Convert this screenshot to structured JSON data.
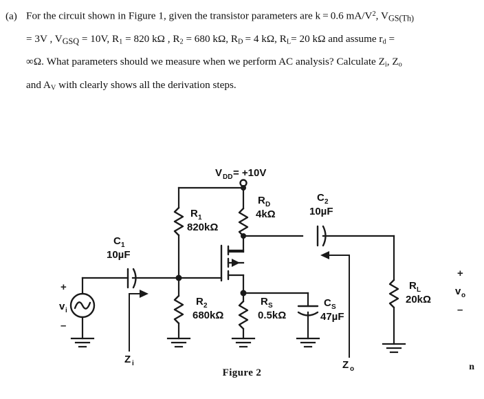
{
  "question": {
    "marker": "(a)",
    "lines": [
      "For the circuit shown in Figure 1, given the transistor parameters are k = 0.6 mA/V², VGS(Th)",
      "= 3V , VGSQ = 10V, R₁ = 820 kΩ , R₂ = 680 kΩ, RD = 4 kΩ, RL= 20 kΩ and assume rd =",
      "∞Ω. What parameters should we measure when we perform AC analysis? Calculate Zi, Zo",
      "and AV with clearly shows all the derivation steps."
    ],
    "parameters": {
      "k": "0.6 mA/V²",
      "VGS_th": "3V",
      "VGSQ": "10V",
      "R1": "820 kΩ",
      "R2": "680 kΩ",
      "RD": "4 kΩ",
      "RL": "20 kΩ",
      "rd": "∞Ω"
    },
    "figure_reference": "Figure 1",
    "quantities_to_calculate": [
      "Zi",
      "Zo",
      "AV"
    ]
  },
  "figure": {
    "caption": "Figure 2",
    "page_mark": "n",
    "supply": {
      "name": "VDD",
      "value": "= +10V",
      "full": "VDD = +10V"
    },
    "components": [
      {
        "id": "R1",
        "name": "R₁",
        "value": "820kΩ",
        "type": "resistor"
      },
      {
        "id": "R2",
        "name": "R₂",
        "value": "680kΩ",
        "type": "resistor"
      },
      {
        "id": "RD",
        "name": "RD",
        "value": "4kΩ",
        "type": "resistor"
      },
      {
        "id": "RS",
        "name": "RS",
        "value": "0.5kΩ",
        "type": "resistor"
      },
      {
        "id": "RL",
        "name": "RL",
        "value": "20kΩ",
        "type": "resistor"
      },
      {
        "id": "C1",
        "name": "C₁",
        "value": "10µF",
        "type": "capacitor"
      },
      {
        "id": "C2",
        "name": "C₂",
        "value": "10µF",
        "type": "capacitor"
      },
      {
        "id": "CS",
        "name": "CS",
        "value": "47µF",
        "type": "capacitor"
      }
    ],
    "labels": {
      "vi": "v",
      "vi_sub": "i",
      "vo": "v",
      "vo_sub": "o",
      "zi": "Z",
      "zi_sub": "i",
      "zo": "Z",
      "zo_sub": "o",
      "plus": "+",
      "minus": "–",
      "r1_name": "R",
      "r1_sub": "1",
      "r1_val": "820kΩ",
      "r2_name": "R",
      "r2_sub": "2",
      "r2_val": "680kΩ",
      "rd_name": "R",
      "rd_sub": "D",
      "rd_val": "4kΩ",
      "rs_name": "R",
      "rs_sub": "S",
      "rs_val": "0.5kΩ",
      "rl_name": "R",
      "rl_sub": "L",
      "rl_val": "20kΩ",
      "c1_name": "C",
      "c1_sub": "1",
      "c1_val": "10µF",
      "c2_name": "C",
      "c2_sub": "2",
      "c2_val": "10µF",
      "cs_name": "C",
      "cs_sub": "S",
      "cs_val": "47µF",
      "vdd_name": "V",
      "vdd_sub": "DD",
      "vdd_val": "= +10V"
    },
    "transistor": {
      "type": "n-channel-enhancement-mosfet"
    }
  }
}
